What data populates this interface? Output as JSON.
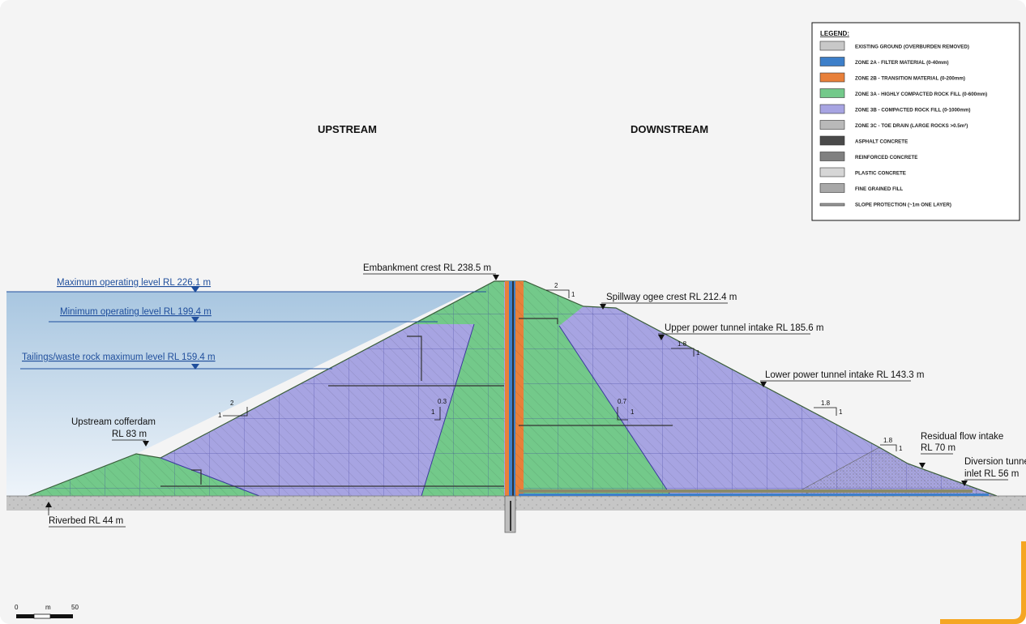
{
  "headings": {
    "upstream": "UPSTREAM",
    "downstream": "DOWNSTREAM"
  },
  "levels": {
    "max_operating": "Maximum operating level RL 226.1 m",
    "min_operating": "Minimum operating level RL 199.4 m",
    "tailings": "Tailings/waste rock maximum level RL 159.4 m"
  },
  "labels": {
    "crest": "Embankment crest RL 238.5 m",
    "spillway": "Spillway ogee crest RL 212.4 m",
    "upper_tunnel": "Upper power tunnel intake RL 185.6 m",
    "lower_tunnel": "Lower power tunnel intake RL 143.3 m",
    "cofferdam_1": "Upstream cofferdam",
    "cofferdam_2": "RL 83 m",
    "residual_1": "Residual flow intake",
    "residual_2": "RL 70 m",
    "diversion_1": "Diversion tunnel",
    "diversion_2": "inlet RL 56 m",
    "riverbed": "Riverbed RL 44 m"
  },
  "slopes": {
    "up_2": "2",
    "up_1": "1",
    "core_up_top": "0.3",
    "core_up_side": "1",
    "core_dn_top": "0.7",
    "core_dn_side": "1",
    "crest_2": "2",
    "crest_1": "1",
    "dn_18a": "1.8",
    "dn_1a": "1",
    "dn_18b": "1.8",
    "dn_1b": "1",
    "toe_18": "1.8",
    "toe_1": "1"
  },
  "legend": {
    "title": "LEGEND:",
    "items": [
      {
        "text": "EXISTING GROUND (OVERBURDEN REMOVED)",
        "color": "#c8c8c8"
      },
      {
        "text": "ZONE 2A - FILTER MATERIAL (0-40mm)",
        "color": "#3d7fc9"
      },
      {
        "text": "ZONE 2B - TRANSITION MATERIAL (0-200mm)",
        "color": "#e8803a"
      },
      {
        "text": "ZONE 3A - HIGHLY COMPACTED ROCK FILL (0-600mm)",
        "color": "#73c98a"
      },
      {
        "text": "ZONE 3B - COMPACTED ROCK FILL (0-1000mm)",
        "color": "#a7a4e2"
      },
      {
        "text": "ZONE 3C - TOE DRAIN (LARGE ROCKS >0.5m³)",
        "color": "#b9b9b9"
      },
      {
        "text": "ASPHALT CONCRETE",
        "color": "#4a4a4a"
      },
      {
        "text": "REINFORCED CONCRETE",
        "color": "#808080"
      },
      {
        "text": "PLASTIC CONCRETE",
        "color": "#d6d6d6"
      },
      {
        "text": "FINE GRAINED FILL",
        "color": "#a8a8a8"
      },
      {
        "text": "SLOPE PROTECTION (~1m ONE LAYER)",
        "color": "#9a9a9a"
      }
    ]
  },
  "scale": {
    "zero": "0",
    "unit": "m",
    "max": "50"
  },
  "colors": {
    "water_top": "#a8c6e0",
    "water_bottom": "#eef4fa",
    "zone_3a": "#73c98a",
    "zone_3b": "#a7a4e2",
    "filter": "#3d7fc9",
    "transition": "#e8803a",
    "toe_drain": "#c4c4c4",
    "ground": "#c8c8c8",
    "grid": "#3b3a9c",
    "accent": "#f5a623"
  }
}
